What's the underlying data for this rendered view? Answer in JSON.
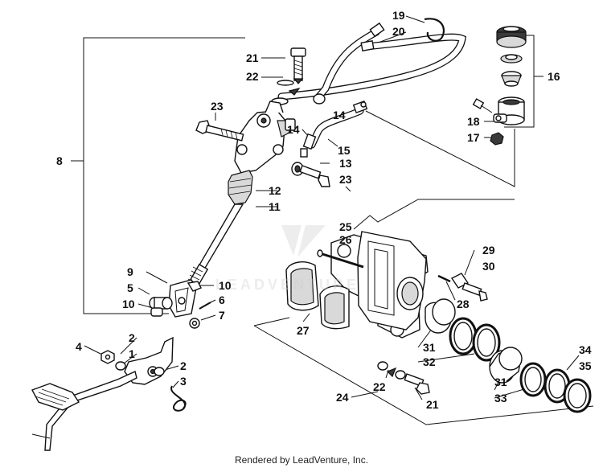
{
  "footer": {
    "credit": "Rendered by LeadVenture, Inc."
  },
  "watermark": {
    "text": "LEADVENTURE",
    "color": "#cccccc"
  },
  "callouts": {
    "c19": "19",
    "c20": "20",
    "c21a": "21",
    "c22a": "22",
    "c16": "16",
    "c23a": "23",
    "c14a": "14",
    "c14b": "14",
    "c18": "18",
    "c17": "17",
    "c15": "15",
    "c8": "8",
    "c13": "13",
    "c23b": "23",
    "c12": "12",
    "c11": "11",
    "c25": "25",
    "c26": "26",
    "c29": "29",
    "c30": "30",
    "c9": "9",
    "c10a": "10",
    "c5": "5",
    "c6": "6",
    "c10b": "10",
    "c7": "7",
    "c28": "28",
    "c27": "27",
    "c4": "4",
    "c2a": "2",
    "c1": "1",
    "c31a": "31",
    "c32": "32",
    "c2b": "2",
    "c3": "3",
    "c34": "34",
    "c35": "35",
    "c22b": "22",
    "c31b": "31",
    "c33": "33",
    "c24": "24",
    "c21b": "21"
  }
}
